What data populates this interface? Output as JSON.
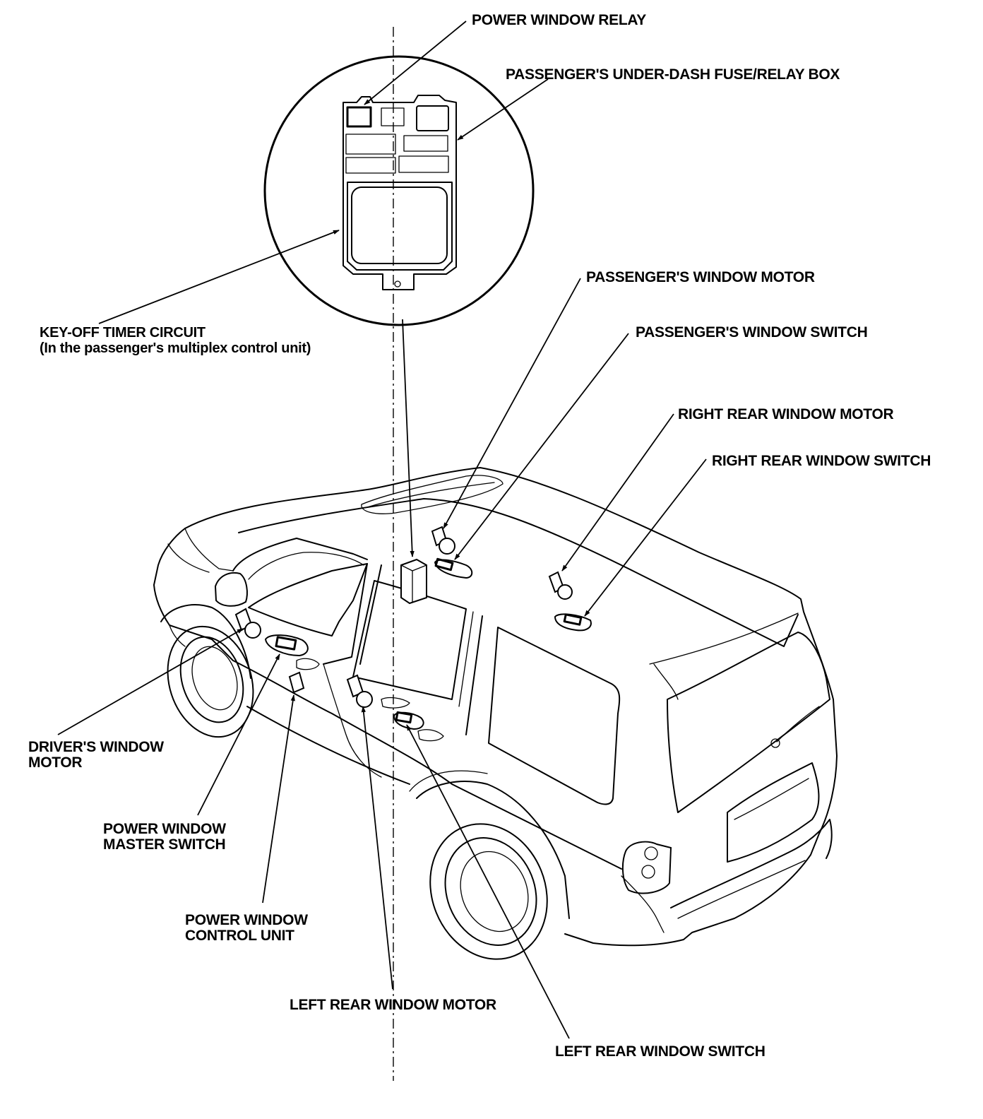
{
  "diagram": {
    "labels": {
      "power_window_relay": "POWER WINDOW RELAY",
      "underdash_fuse_box": "PASSENGER'S UNDER-DASH FUSE/RELAY BOX",
      "key_off_timer_line1": "KEY-OFF TIMER CIRCUIT",
      "key_off_timer_line2": "(In the passenger's multiplex control unit)",
      "passenger_window_motor": "PASSENGER'S WINDOW MOTOR",
      "passenger_window_switch": "PASSENGER'S WINDOW SWITCH",
      "right_rear_window_motor": "RIGHT REAR WINDOW MOTOR",
      "right_rear_window_switch": "RIGHT REAR WINDOW SWITCH",
      "driver_window_motor_line1": "DRIVER'S WINDOW",
      "driver_window_motor_line2": "MOTOR",
      "master_switch_line1": "POWER WINDOW",
      "master_switch_line2": "MASTER SWITCH",
      "control_unit_line1": "POWER WINDOW",
      "control_unit_line2": "CONTROL UNIT",
      "left_rear_window_motor": "LEFT REAR WINDOW MOTOR",
      "left_rear_window_switch": "LEFT REAR WINDOW SWITCH"
    }
  }
}
